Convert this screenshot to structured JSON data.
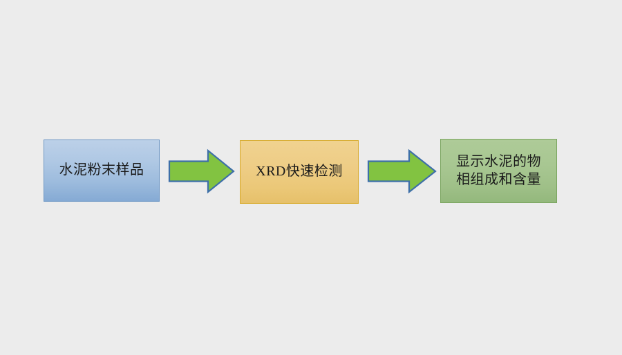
{
  "diagram": {
    "type": "flowchart",
    "orientation": "left-to-right",
    "background_color": "#ececec",
    "nodes": [
      {
        "id": "source",
        "name": "cement-powder-sample",
        "label": "水泥粉末样品",
        "shape": "rectangle",
        "fill_color": "#a8c3e2",
        "border_color": "#6b95c4",
        "text_color": "#1a1a1a"
      },
      {
        "id": "process",
        "name": "xrd-rapid-detection",
        "label_latin": "XRD",
        "label_cjk": "快速检测",
        "label": "XRD快速检测",
        "shape": "rectangle",
        "fill_color": "#eecb84",
        "border_color": "#d8aa2a",
        "text_color": "#1a1a1a"
      },
      {
        "id": "result",
        "name": "phase-composition-output",
        "label": "显示水泥的物\n相组成和含量",
        "line_1": "显示水泥的物",
        "line_2": "相组成和含量",
        "shape": "rectangle",
        "fill_color": "#a4c68d",
        "border_color": "#7aa55f",
        "text_color": "#1a1a1a"
      }
    ],
    "connectors": [
      {
        "id": "arrow-1",
        "name": "arrow-source-to-process",
        "from": "source",
        "to": "process",
        "style": "block-arrow",
        "direction": "right",
        "fill_color": "#82c341",
        "border_color": "#3d6fa8"
      },
      {
        "id": "arrow-2",
        "name": "arrow-process-to-result",
        "from": "process",
        "to": "result",
        "style": "block-arrow",
        "direction": "right",
        "fill_color": "#82c341",
        "border_color": "#3d6fa8"
      }
    ]
  }
}
